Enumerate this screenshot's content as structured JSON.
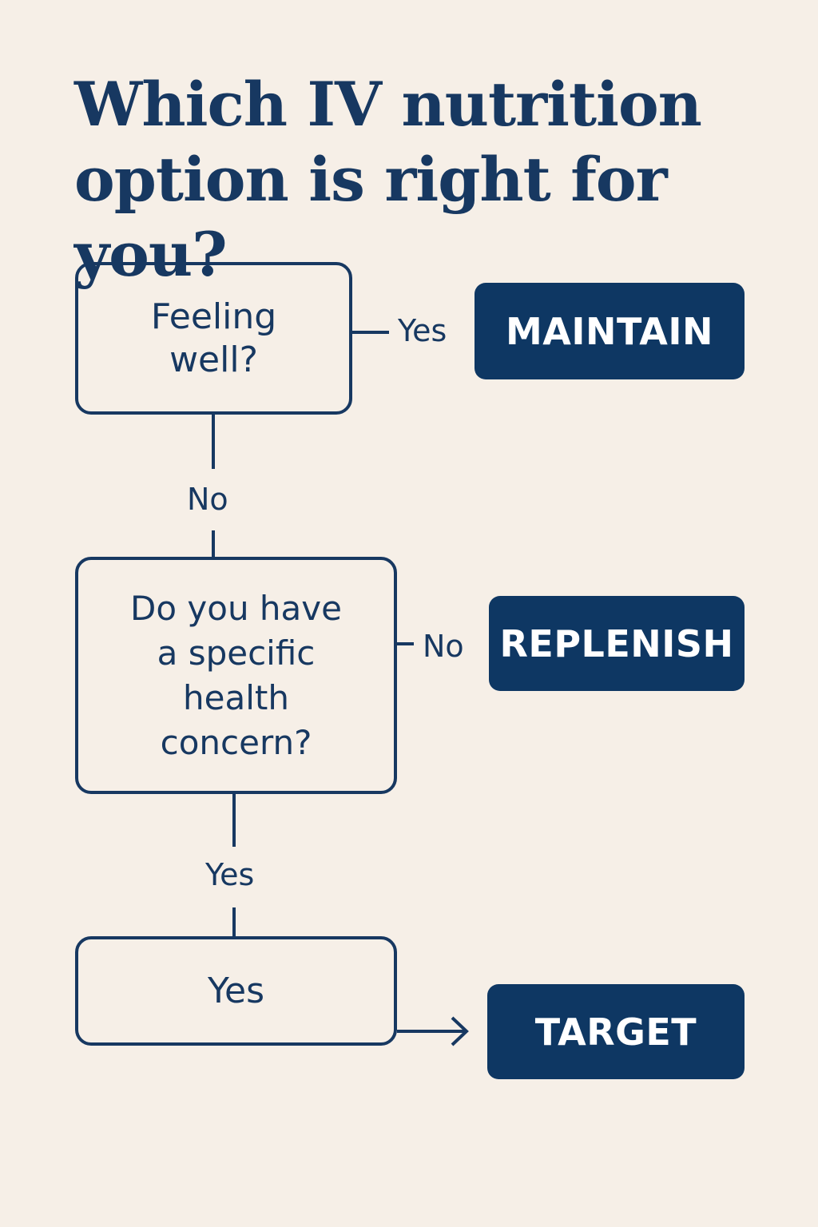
{
  "title": {
    "line1": "Which IV nutrition",
    "line2": "option is right for you?"
  },
  "nodes": {
    "feeling_well": {
      "line1": "Feeling",
      "line2": "well?"
    },
    "health_concern": {
      "line1": "Do you have",
      "line2": "a specific",
      "line3": "health",
      "line4": "concern?"
    },
    "yes_box": {
      "label": "Yes"
    }
  },
  "outcomes": {
    "maintain": "MAINTAIN",
    "replenish": "REPLENISH",
    "target": "TARGET"
  },
  "edges": {
    "feeling_well_yes": "Yes",
    "feeling_well_no": "No",
    "health_concern_no": "No",
    "health_concern_yes": "Yes"
  },
  "colors": {
    "background": "#f6efe7",
    "ink": "#173861",
    "outcome_fill": "#0e3763",
    "outcome_text": "#ffffff"
  }
}
